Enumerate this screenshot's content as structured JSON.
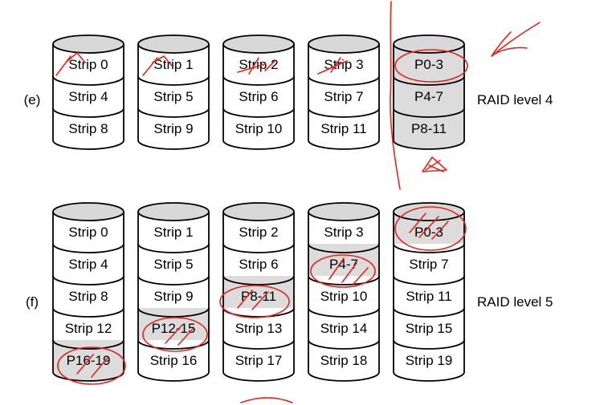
{
  "rows": [
    {
      "letter": "(e)",
      "label": "RAID level 4",
      "disks": [
        {
          "cells": [
            {
              "text": "Strip 0",
              "parity": false
            },
            {
              "text": "Strip 4",
              "parity": false
            },
            {
              "text": "Strip 8",
              "parity": false
            }
          ]
        },
        {
          "cells": [
            {
              "text": "Strip 1",
              "parity": false
            },
            {
              "text": "Strip 5",
              "parity": false
            },
            {
              "text": "Strip 9",
              "parity": false
            }
          ]
        },
        {
          "cells": [
            {
              "text": "Strip 2",
              "parity": false
            },
            {
              "text": "Strip 6",
              "parity": false
            },
            {
              "text": "Strip 10",
              "parity": false
            }
          ]
        },
        {
          "cells": [
            {
              "text": "Strip 3",
              "parity": false
            },
            {
              "text": "Strip 7",
              "parity": false
            },
            {
              "text": "Strip 11",
              "parity": false
            }
          ]
        },
        {
          "cells": [
            {
              "text": "P0-3",
              "parity": true
            },
            {
              "text": "P4-7",
              "parity": true
            },
            {
              "text": "P8-11",
              "parity": true
            }
          ]
        }
      ]
    },
    {
      "letter": "(f)",
      "label": "RAID level 5",
      "disks": [
        {
          "cells": [
            {
              "text": "Strip 0",
              "parity": false
            },
            {
              "text": "Strip 4",
              "parity": false
            },
            {
              "text": "Strip 8",
              "parity": false
            },
            {
              "text": "Strip 12",
              "parity": false
            },
            {
              "text": "P16-19",
              "parity": true
            }
          ]
        },
        {
          "cells": [
            {
              "text": "Strip 1",
              "parity": false
            },
            {
              "text": "Strip 5",
              "parity": false
            },
            {
              "text": "Strip 9",
              "parity": false
            },
            {
              "text": "P12-15",
              "parity": true
            },
            {
              "text": "Strip 16",
              "parity": false
            }
          ]
        },
        {
          "cells": [
            {
              "text": "Strip 2",
              "parity": false
            },
            {
              "text": "Strip 6",
              "parity": false
            },
            {
              "text": "P8-11",
              "parity": true
            },
            {
              "text": "Strip 13",
              "parity": false
            },
            {
              "text": "Strip 17",
              "parity": false
            }
          ]
        },
        {
          "cells": [
            {
              "text": "Strip 3",
              "parity": false
            },
            {
              "text": "P4-7",
              "parity": true
            },
            {
              "text": "Strip 10",
              "parity": false
            },
            {
              "text": "Strip 14",
              "parity": false
            },
            {
              "text": "Strip 18",
              "parity": false
            }
          ]
        },
        {
          "cells": [
            {
              "text": "P0-3",
              "parity": true
            },
            {
              "text": "Strip 7",
              "parity": false
            },
            {
              "text": "Strip 11",
              "parity": false
            },
            {
              "text": "Strip 15",
              "parity": false
            },
            {
              "text": "Strip 19",
              "parity": false
            }
          ]
        }
      ]
    }
  ],
  "colors": {
    "stroke": "#000000",
    "disk_fill": "#ffffff",
    "parity_fill": "#dcdcdc",
    "cap_fill": "#d8d8d8",
    "annotation": "#e8231a"
  }
}
